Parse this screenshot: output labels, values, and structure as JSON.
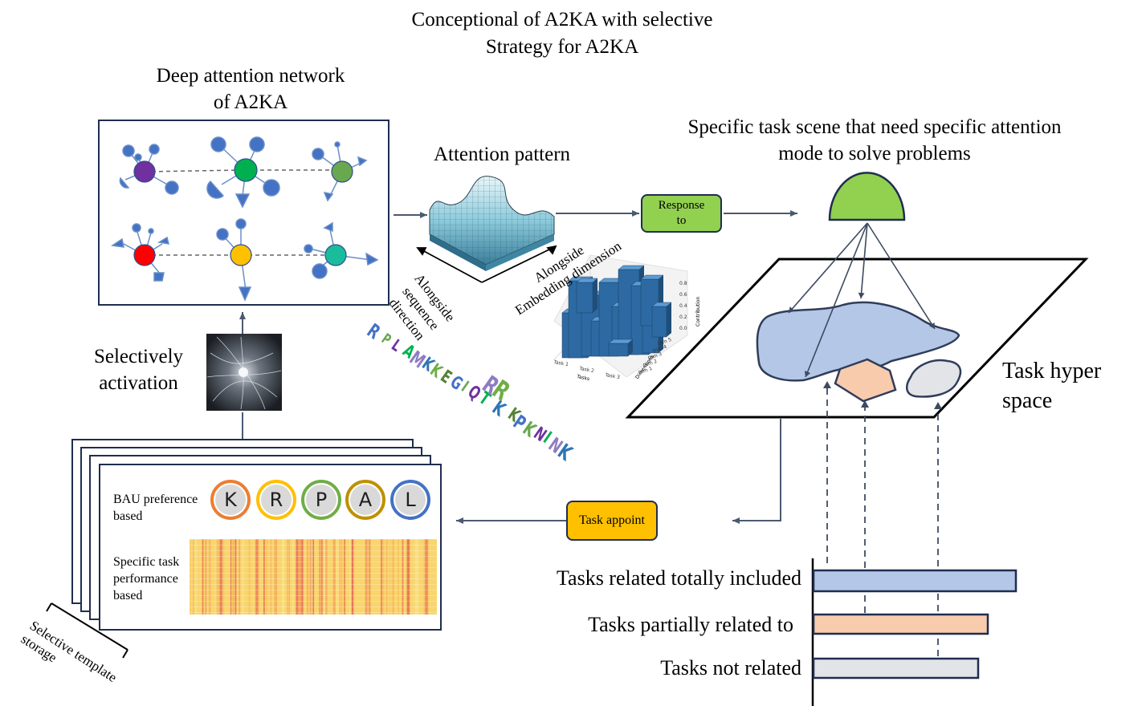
{
  "title": {
    "line1": "Conceptional of A2KA with selective",
    "line2": "Strategy for A2KA"
  },
  "network": {
    "heading_line1": "Deep attention network",
    "heading_line2": "of A2KA",
    "node_colors": [
      "#7030a0",
      "#00b050",
      "#6aa84f",
      "#ff0000",
      "#ffc000",
      "#1abc9c"
    ]
  },
  "attention": {
    "heading": "Attention pattern",
    "axis_sequence": "Alongside\nsequence\ndirection",
    "axis_embedding_line1": "Alongside",
    "axis_embedding_line2": "Embedding dimension"
  },
  "sequence_logo": {
    "letters": [
      "R",
      "P",
      "L",
      "A",
      "M",
      "K",
      "K",
      "E",
      "G",
      "I",
      "Q",
      "T",
      "R",
      "K",
      "R",
      "K",
      "P",
      "K",
      "N",
      "I",
      "N",
      "K"
    ]
  },
  "chart3d": {
    "zlabel": "Contribution",
    "zticks": [
      "0.8",
      "0.6",
      "0.4",
      "0.2",
      "0.0"
    ],
    "xticks": [
      "Task 1",
      "Task 2",
      "Task 3"
    ],
    "xlabel": "Tasks",
    "yticks": [
      "Dim 5",
      "Dim 4",
      "Dim 3",
      "Dim 2",
      "Dim 1"
    ],
    "ylabel": "Dimensions"
  },
  "response_box": {
    "line1": "Response",
    "line2": "to"
  },
  "task_scene": {
    "heading_line1": "Specific task scene that need specific attention",
    "heading_line2": "mode to solve problems"
  },
  "hyper_space": {
    "label_line1": "Task hyper",
    "label_line2": "space"
  },
  "selective": {
    "line1": "Selectively",
    "line2": "activation"
  },
  "task_appoint": {
    "label": "Task appoint"
  },
  "template": {
    "bau_line1": "BAU preference",
    "bau_line2": "based",
    "letters": [
      "K",
      "R",
      "P",
      "A",
      "L"
    ],
    "ring_colors": [
      "#ed7d31",
      "#ffc000",
      "#70ad47",
      "#bf9000",
      "#4472c4"
    ],
    "specific_line1": "Specific task",
    "specific_line2": "performance",
    "specific_line3": "based",
    "storage_line1": "Selective template",
    "storage_line2": "storage"
  },
  "tasks": {
    "items": [
      {
        "label": "Tasks related totally included",
        "color": "#b4c7e7"
      },
      {
        "label": "Tasks partially related to",
        "color": "#f8cbad"
      },
      {
        "label": "Tasks not related",
        "color": "#e3e4e8"
      }
    ]
  }
}
